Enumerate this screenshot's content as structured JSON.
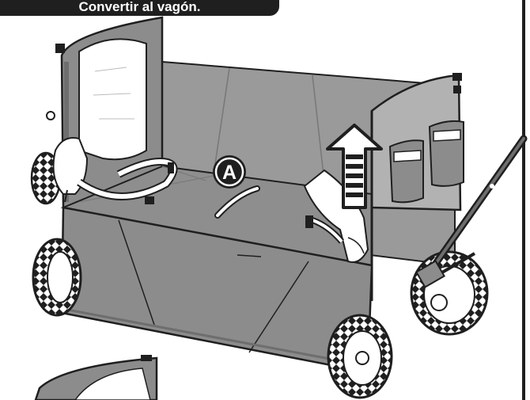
{
  "header": {
    "step_title": "Convertir al vagón."
  },
  "callout": {
    "part_letter": "A"
  },
  "colors": {
    "ink": "#1f1f1f",
    "fabric": "#8c8c8c",
    "fabric_dark": "#6e6e6e",
    "fabric_light": "#a3a3a3",
    "panel_light": "#b2b2b2",
    "white": "#ffffff"
  },
  "icons": [
    "up-arrow-icon",
    "part-a-callout-icon",
    "hand-illustration",
    "wagon-illustration"
  ]
}
